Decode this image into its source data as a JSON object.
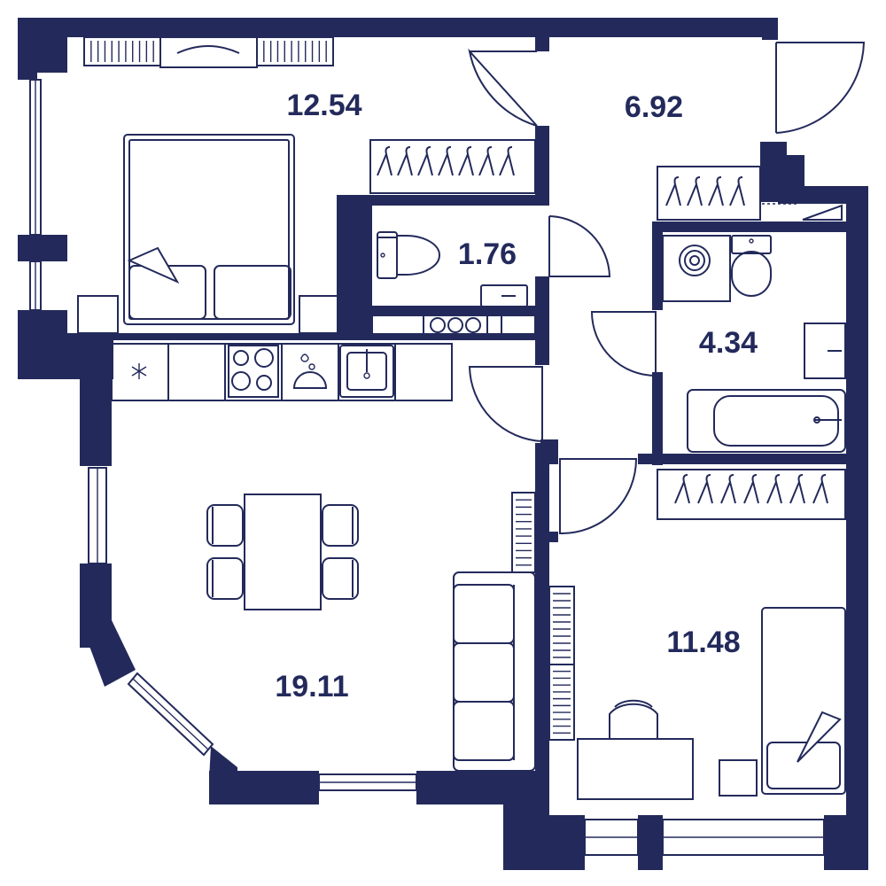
{
  "colors": {
    "wall": "#232a5b",
    "background": "#ffffff"
  },
  "rooms": [
    {
      "id": "bedroom",
      "area": "12.54"
    },
    {
      "id": "hall",
      "area": "6.92"
    },
    {
      "id": "wc",
      "area": "1.76"
    },
    {
      "id": "bathroom",
      "area": "4.34"
    },
    {
      "id": "kitchen-living",
      "area": "19.11"
    },
    {
      "id": "bedroom-2",
      "area": "11.48"
    }
  ]
}
